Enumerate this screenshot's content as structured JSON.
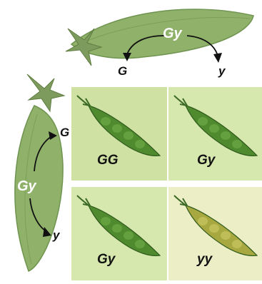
{
  "top_pod": {
    "parent_label": "Gy",
    "left_allele": "G",
    "right_allele": "y"
  },
  "left_pod": {
    "parent_label": "Gy",
    "top_allele": "G",
    "bottom_allele": "y"
  },
  "grid": [
    {
      "genotype": "GG",
      "bg": "#cfe2a4",
      "pod_color": "#4f8a2e",
      "seed_color": "#6aa544"
    },
    {
      "genotype": "Gy",
      "bg": "#d6e8ae",
      "pod_color": "#4f8a2e",
      "seed_color": "#6aa544"
    },
    {
      "genotype": "Gy",
      "bg": "#d6e8ae",
      "pod_color": "#4f8a2e",
      "seed_color": "#6aa544"
    },
    {
      "genotype": "yy",
      "bg": "#ecefc6",
      "pod_color": "#a8a841",
      "seed_color": "#c4c25c"
    }
  ],
  "colors": {
    "pod_skin": "#8fb16a",
    "pod_dark": "#6f9450",
    "arrow": "#111111"
  }
}
